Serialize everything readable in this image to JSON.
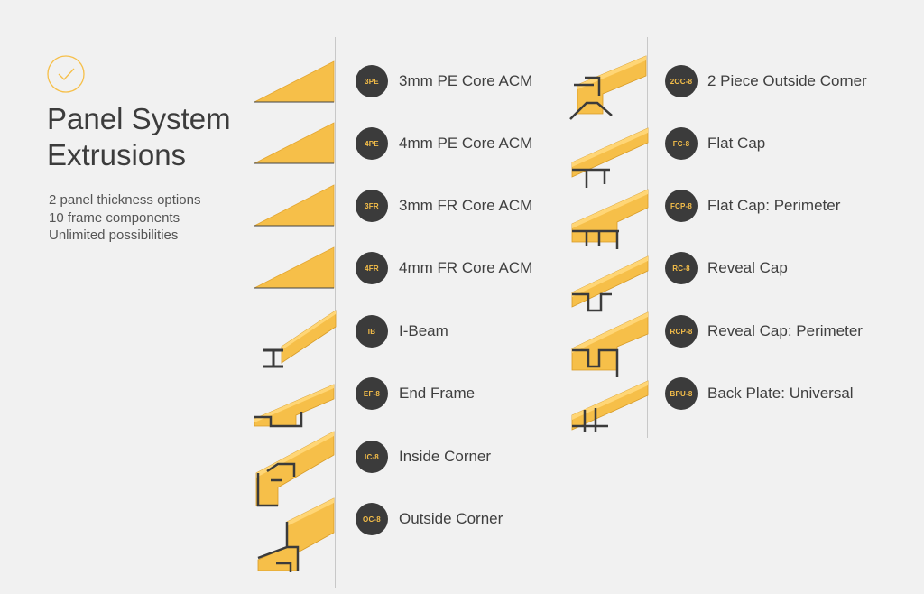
{
  "header": {
    "title_lines": [
      "Panel System",
      "Extrusions"
    ],
    "tagline": [
      "2 panel thickness options",
      "10 frame components",
      "Unlimited possibilities"
    ]
  },
  "colors": {
    "accent": "#f6bf49",
    "badge_bg": "#3b3b3b",
    "background": "#f1f1f1"
  },
  "left_column": [
    {
      "code": "3PE",
      "label": "3mm PE Core ACM",
      "icon": "wedge-profile"
    },
    {
      "code": "4PE",
      "label": "4mm PE Core ACM",
      "icon": "wedge-profile"
    },
    {
      "code": "3FR",
      "label": "3mm FR Core ACM",
      "icon": "wedge-profile"
    },
    {
      "code": "4FR",
      "label": "4mm FR Core ACM",
      "icon": "wedge-profile"
    },
    {
      "code": "IB",
      "label": "I-Beam",
      "icon": "i-beam-profile"
    },
    {
      "code": "EF-8",
      "label": "End Frame",
      "icon": "end-frame-profile"
    },
    {
      "code": "IC-8",
      "label": "Inside Corner",
      "icon": "inside-corner-profile"
    },
    {
      "code": "OC-8",
      "label": "Outside Corner",
      "icon": "outside-corner-profile"
    }
  ],
  "right_column": [
    {
      "code": "2OC-8",
      "label": "2 Piece Outside Corner",
      "icon": "two-piece-corner-profile"
    },
    {
      "code": "FC-8",
      "label": "Flat Cap",
      "icon": "flat-cap-profile"
    },
    {
      "code": "FCP-8",
      "label": "Flat Cap: Perimeter",
      "icon": "flat-cap-perimeter-profile"
    },
    {
      "code": "RC-8",
      "label": "Reveal Cap",
      "icon": "reveal-cap-profile"
    },
    {
      "code": "RCP-8",
      "label": "Reveal Cap: Perimeter",
      "icon": "reveal-cap-perimeter-profile"
    },
    {
      "code": "BPU-8",
      "label": "Back Plate: Universal",
      "icon": "back-plate-profile"
    }
  ]
}
